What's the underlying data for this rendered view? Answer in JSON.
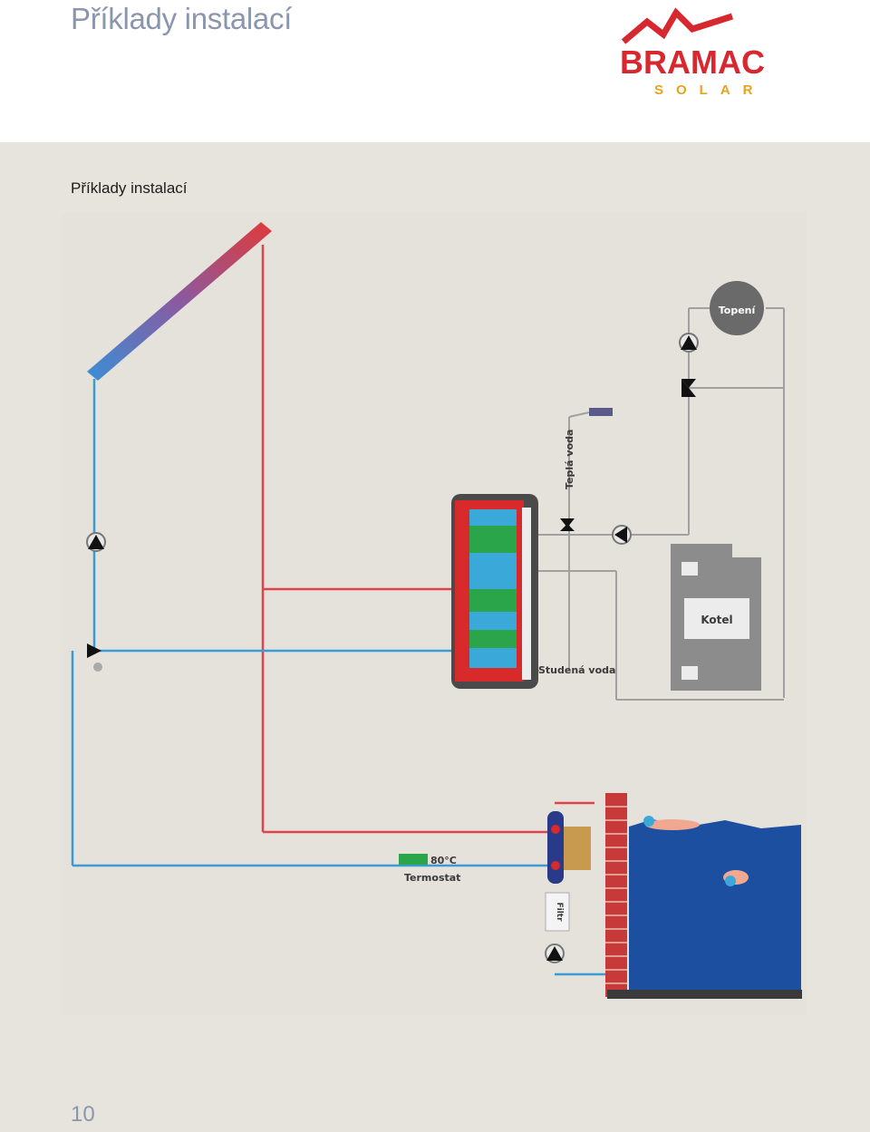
{
  "header": {
    "title": "Příklady instalací",
    "logo": {
      "brand": "BRAMAC",
      "sub": "SOLAR",
      "brand_color": "#d7282f",
      "sub_color": "#e8a21c"
    }
  },
  "section": {
    "title": "Příklady instalací"
  },
  "diagram": {
    "labels": {
      "heating": "Topení",
      "warm_water": "Teplá voda",
      "boiler": "Kotel",
      "cold_water": "Studená voda",
      "temperature": "80°C",
      "thermostat": "Termostat",
      "filter": "Filtr"
    },
    "colors": {
      "hot_line": "#e0434b",
      "cold_line": "#3a9bd6",
      "grey_line": "#9a9a9a",
      "tank_red": "#d82a2a",
      "tank_green": "#2aa54a",
      "pool_blue": "#1d4fa0",
      "brick": "#c83a3a"
    },
    "icons": [
      "solar-collector-icon",
      "pump-icon",
      "mixing-valve-icon",
      "boiler-icon",
      "radiator-icon",
      "pool-icon",
      "swimmer-icon",
      "heat-exchanger-icon",
      "filter-icon",
      "thermostat-icon",
      "tap-icon"
    ]
  },
  "footer": {
    "page_number": "10"
  }
}
